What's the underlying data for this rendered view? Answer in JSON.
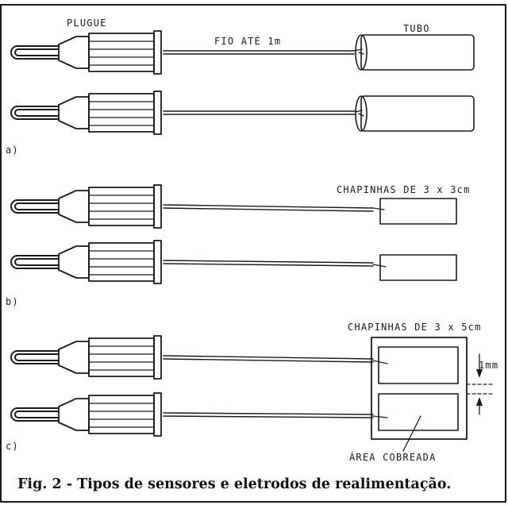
{
  "figure": {
    "section_a": {
      "marker": "a)",
      "plug_label": "PLUGUE",
      "wire_label": "FIO ATÉ 1m",
      "tube_label": "TUBO"
    },
    "section_b": {
      "marker": "b)",
      "plate_label": "CHAPINHAS DE 3 x 3cm"
    },
    "section_c": {
      "marker": "c)",
      "plate_label": "CHAPINHAS DE 3 x 5cm",
      "gap_label": "1mm",
      "area_label": "ÁREA COBREADA"
    },
    "caption": "Fig. 2 - Tipos de sensores e eletrodos de realimentação."
  },
  "colors": {
    "ink": "#1a1a1a",
    "background": "#ffffff"
  }
}
